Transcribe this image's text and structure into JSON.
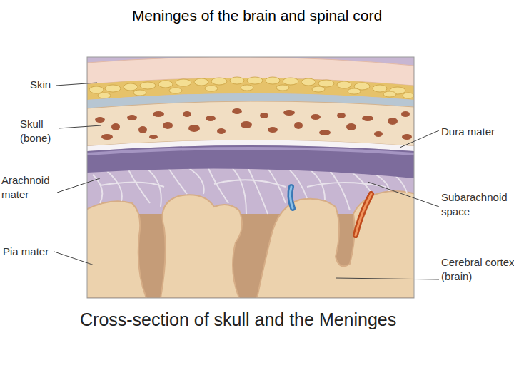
{
  "diagram": {
    "title": "Meninges of the brain and spinal cord",
    "caption": "Cross-section of skull and the Meninges",
    "labels": [
      "Skin",
      "Skull (bone)",
      "Arachnoid mater",
      "Pia mater",
      "Dura mater",
      "Subarachnoid space",
      "Cerebral cortex (brain)"
    ]
  }
}
